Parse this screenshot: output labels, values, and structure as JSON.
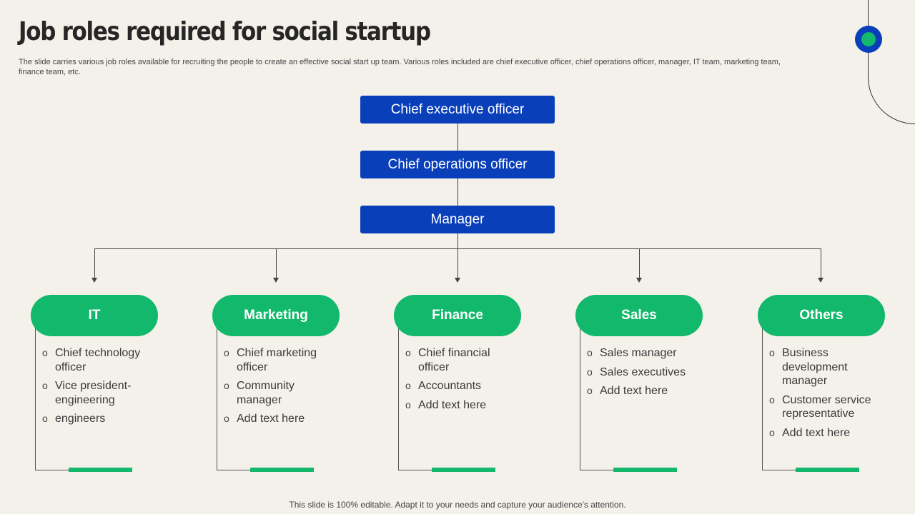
{
  "title": "Job roles required for social startup",
  "description": "The slide carries various job roles available for recruiting the people to create an effective  social start up team. Various roles included are chief executive officer, chief operations officer, manager, IT team, marketing team, finance team, etc.",
  "hierarchy": {
    "ceo": "Chief executive officer",
    "coo": "Chief operations officer",
    "manager": "Manager"
  },
  "departments": [
    {
      "name": "IT",
      "roles": [
        "Chief technology officer",
        "Vice president-engineering",
        "engineers"
      ]
    },
    {
      "name": "Marketing",
      "roles": [
        "Chief marketing officer",
        "Community manager",
        "Add text here"
      ]
    },
    {
      "name": "Finance",
      "roles": [
        "Chief financial officer",
        "Accountants",
        "Add text here"
      ]
    },
    {
      "name": "Sales",
      "roles": [
        "Sales manager",
        "Sales executives",
        "Add text here"
      ]
    },
    {
      "name": "Others",
      "roles": [
        "Business development manager",
        "Customer service representative",
        "Add text here"
      ]
    }
  ],
  "bullet_glyph": "o",
  "footer": "This slide is 100% editable. Adapt it to your needs and capture your audience's attention.",
  "colors": {
    "primary_blue": "#0a3fba",
    "accent_green": "#12b86b",
    "background": "#f4f0ea"
  }
}
